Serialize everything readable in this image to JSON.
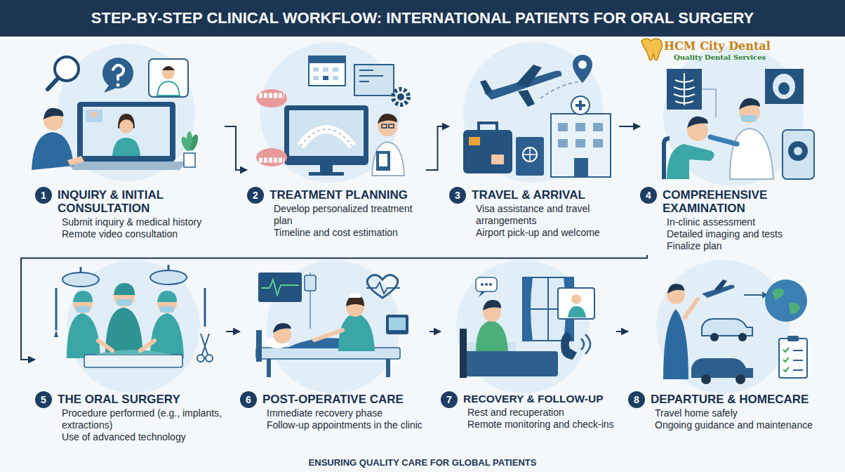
{
  "diagram": {
    "title": "STEP-BY-STEP CLINICAL WORKFLOW: INTERNATIONAL PATIENTS FOR ORAL SURGERY",
    "caption": "ENSURING QUALITY CARE FOR GLOBAL PATIENTS",
    "nodes": [
      {
        "text": [
          "1",
          "INQUIRY & INITIAL CONSULTATION",
          "Submit inquiry & medical history",
          "Remote video consultation"
        ]
      },
      {
        "text": [
          "2",
          "TREATMENT PLANNING",
          "Develop personalized treatment plan",
          "Timeline and cost estimation"
        ]
      },
      {
        "text": [
          "3",
          "TRAVEL & ARRIVAL",
          "Visa assistance and travel arrangements",
          "Airport pick-up and welcome"
        ]
      },
      {
        "text": [
          "4",
          "COMPREHENSIVE EXAMINATION",
          "In-clinic assessment",
          "Detailed imaging and tests",
          "Finalize plan"
        ]
      },
      {
        "text": [
          "5",
          "THE ORAL SURGERY",
          "Procedure performed (e.g., implants, extractions)",
          "Use of advanced technology"
        ]
      },
      {
        "text": [
          "6",
          "POST-OPERATIVE CARE",
          "Immediate recovery phase",
          "Follow-up appointments in the clinic"
        ]
      },
      {
        "text": [
          "7",
          "RECOVERY & FOLLOW-UP",
          "Rest and recuperation",
          "Remote monitoring and check-ins"
        ]
      },
      {
        "text": [
          "8",
          "DEPARTURE & HOMECARE",
          "Travel home safely",
          "Ongoing guidance and maintenance"
        ]
      }
    ],
    "edges": [
      {
        "from": 0,
        "to": 1,
        "arrow": "to"
      },
      {
        "from": 1,
        "to": 2,
        "arrow": "to"
      },
      {
        "from": 2,
        "to": 3,
        "arrow": "to"
      },
      {
        "from": 3,
        "to": 4,
        "arrow": "to"
      },
      {
        "from": 4,
        "to": 5,
        "arrow": "to"
      },
      {
        "from": 5,
        "to": 6,
        "arrow": "to"
      },
      {
        "from": 6,
        "to": 7,
        "arrow": "to"
      }
    ],
    "labels": [
      "HCM City Dental",
      "Quality Dental Services"
    ]
  }
}
